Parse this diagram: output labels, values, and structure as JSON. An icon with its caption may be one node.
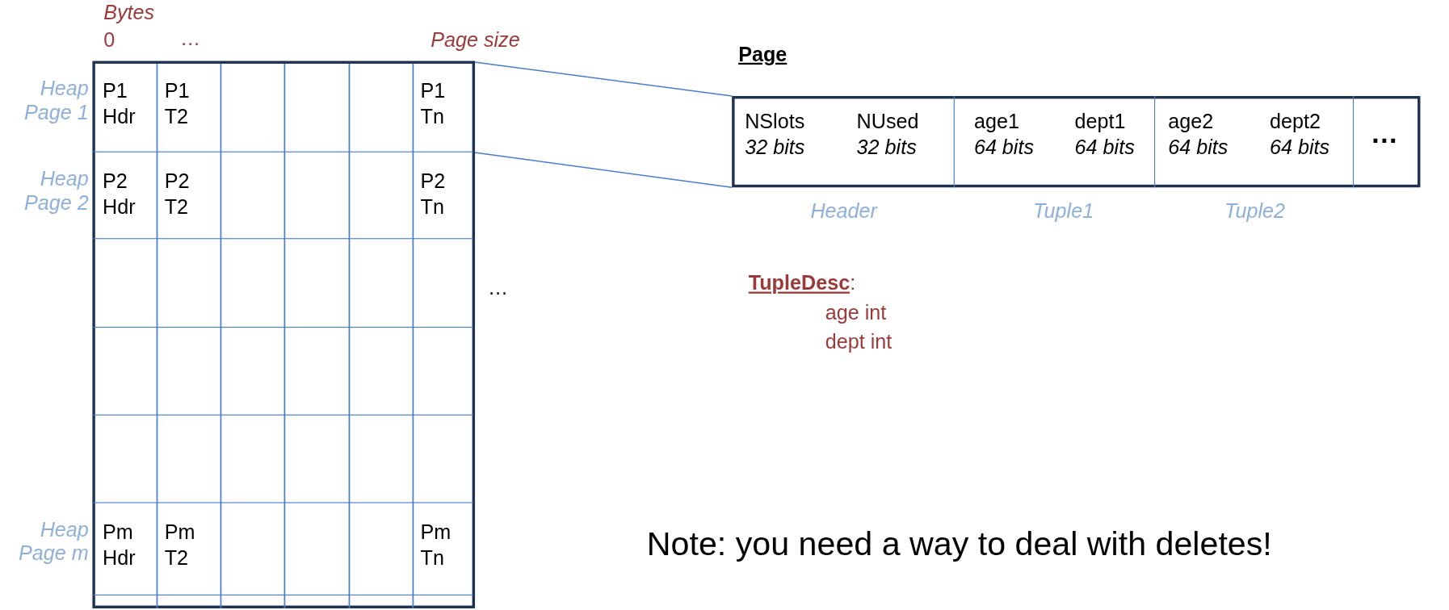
{
  "diagram": {
    "nodes": [
      {
        "text": [],
        "shape": "box"
      },
      {
        "text": [
          "P1 Hdr",
          "P1 T2",
          "P1 Tn"
        ],
        "in": 0,
        "beside": [
          "Heap Page 1"
        ]
      },
      {
        "text": [
          "P2 Hdr",
          "P2 T2",
          "P2 Tn"
        ],
        "in": 0,
        "beside": [
          "Heap Page 2"
        ]
      },
      {
        "text": [],
        "shape": "box",
        "in": 0
      },
      {
        "text": [],
        "shape": "box",
        "in": 0
      },
      {
        "text": [],
        "shape": "box",
        "in": 0
      },
      {
        "text": [
          "Pm Hdr",
          "Pm T2",
          "Pm Tn"
        ],
        "in": 0,
        "beside": [
          "Heap Page m"
        ]
      },
      {
        "text": [
          "Page"
        ]
      },
      {
        "text": [
          "NSlots *32 bits*",
          "NUsed *32 bits*"
        ],
        "in": 7,
        "beside": [
          "Header"
        ]
      },
      {
        "text": [
          "age1 *64 bits*",
          "dept1 *64 bits*"
        ],
        "in": 7,
        "beside": [
          "Tuple1"
        ]
      },
      {
        "text": [
          "age2 *64 bits*",
          "dept2 *64 bits*"
        ],
        "in": 7,
        "beside": [
          "Tuple2"
        ]
      },
      {
        "text": [
          "…"
        ],
        "in": 7
      }
    ],
    "edges": [
      {
        "from": 1,
        "to": 7,
        "arrow": "none"
      },
      {
        "from": 1,
        "to": 7,
        "arrow": "none"
      }
    ],
    "labels": [
      "Bytes",
      "0",
      "…",
      "Page size",
      "…",
      "**TupleDesc**:",
      "age int",
      "dept int",
      "Note: you need a way to deal with deletes!"
    ]
  }
}
